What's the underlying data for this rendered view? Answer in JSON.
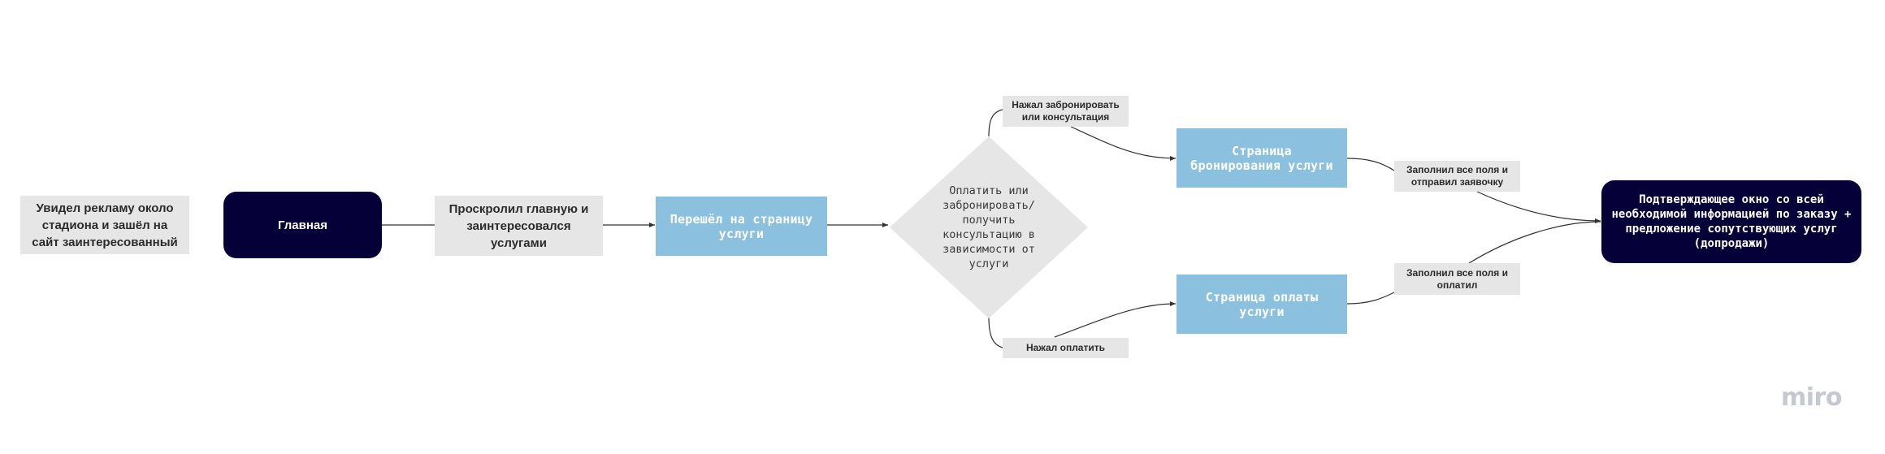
{
  "nodes": {
    "ad": "Увидел рекламу около стадиона и зашёл на сайт заинтересованный",
    "home": "Главная",
    "scrolled": "Проскролил главную и заинтересовался услугами",
    "service_page": "Перешёл на страницу услуги",
    "decision": "Оплатить или забронировать/получить консультацию в зависимости от услуги",
    "booking_page": "Страница бронирования услуги",
    "payment_page": "Страница оплаты услуги",
    "confirmation": "Подтверждающее окно со всей необходимой информацией по заказу + предложение сопутствующих услуг (допродажи)"
  },
  "labels": {
    "pressed_book": "Нажал забронировать или консультация",
    "pressed_pay": "Нажал оплатить",
    "filled_request": "Заполнил все поля и отправил заявочку",
    "filled_paid": "Заполнил все поля и оплатил"
  },
  "colors": {
    "dark_node": "#050038",
    "blue_node": "#8bc1df",
    "gray_node": "#e6e6e6",
    "connector": "#333333"
  },
  "watermark": "miro"
}
